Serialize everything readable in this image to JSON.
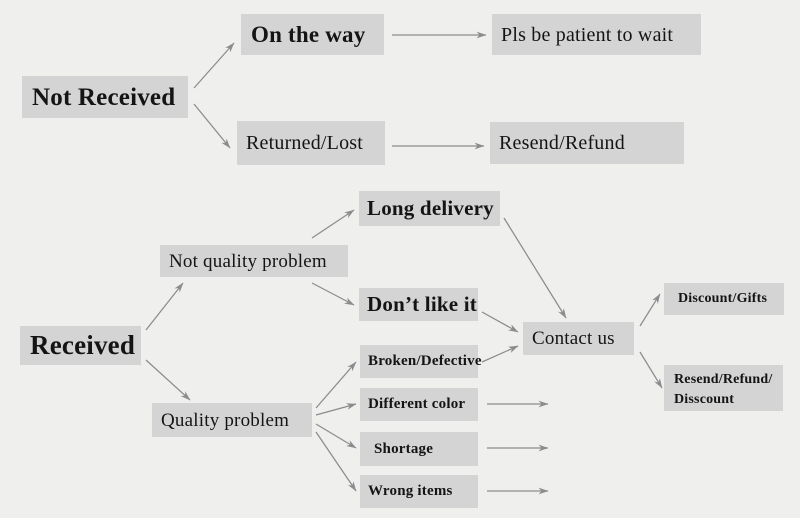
{
  "diagram": {
    "title": "Order issue resolution flowchart",
    "colors": {
      "background": "#efefee",
      "node_fill": "#d4d4d4",
      "text": "#141414",
      "edge": "#8c8c8c"
    },
    "nodes": [
      {
        "id": "not-received",
        "label": "Not Received"
      },
      {
        "id": "on-the-way",
        "label": "On the way"
      },
      {
        "id": "pls-be-patient",
        "label": "Pls be patient to wait"
      },
      {
        "id": "returned-lost",
        "label": "Returned/Lost"
      },
      {
        "id": "resend-refund",
        "label": "Resend/Refund"
      },
      {
        "id": "received",
        "label": "Received"
      },
      {
        "id": "not-quality",
        "label": "Not quality problem"
      },
      {
        "id": "quality",
        "label": "Quality problem"
      },
      {
        "id": "long-delivery",
        "label": "Long delivery"
      },
      {
        "id": "dont-like-it",
        "label": "Don’t like it"
      },
      {
        "id": "broken",
        "label": "Broken/Defective"
      },
      {
        "id": "different-color",
        "label": "Different color"
      },
      {
        "id": "shortage",
        "label": "Shortage"
      },
      {
        "id": "wrong-items",
        "label": "Wrong items"
      },
      {
        "id": "contact-us",
        "label": "Contact us"
      },
      {
        "id": "discount-gifts",
        "label": "Discount/Gifts"
      },
      {
        "id": "resend-refund-discount_line1",
        "label": "Resend/Refund/"
      },
      {
        "id": "resend-refund-discount_line2",
        "label": "Disscount"
      }
    ],
    "edges": [
      {
        "from": "not-received",
        "to": "on-the-way"
      },
      {
        "from": "not-received",
        "to": "returned-lost"
      },
      {
        "from": "on-the-way",
        "to": "pls-be-patient"
      },
      {
        "from": "returned-lost",
        "to": "resend-refund"
      },
      {
        "from": "received",
        "to": "not-quality"
      },
      {
        "from": "received",
        "to": "quality"
      },
      {
        "from": "not-quality",
        "to": "long-delivery"
      },
      {
        "from": "not-quality",
        "to": "dont-like-it"
      },
      {
        "from": "quality",
        "to": "broken"
      },
      {
        "from": "quality",
        "to": "different-color"
      },
      {
        "from": "quality",
        "to": "shortage"
      },
      {
        "from": "quality",
        "to": "wrong-items"
      },
      {
        "from": "long-delivery",
        "to": "contact-us"
      },
      {
        "from": "dont-like-it",
        "to": "contact-us"
      },
      {
        "from": "broken",
        "to": "contact-us"
      },
      {
        "from": "different-color",
        "to": "contact-us"
      },
      {
        "from": "shortage",
        "to": "contact-us"
      },
      {
        "from": "wrong-items",
        "to": "contact-us"
      },
      {
        "from": "contact-us",
        "to": "discount-gifts"
      },
      {
        "from": "contact-us",
        "to": "resend-refund-discount"
      }
    ]
  }
}
